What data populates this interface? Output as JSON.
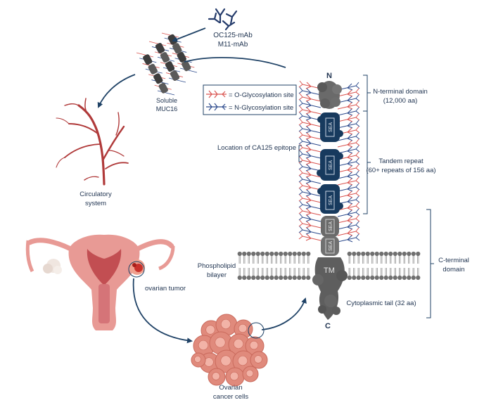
{
  "antibodies": {
    "line1": "OC125-mAb",
    "line2": "M11-mAb"
  },
  "soluble": {
    "line1": "Soluble",
    "line2": "MUC16"
  },
  "circulatory": {
    "line1": "Circulatory",
    "line2": "system"
  },
  "legend": {
    "o_glyco": "= O-Glycosylation site",
    "n_glyco": "= N-Glycosylation site"
  },
  "protein": {
    "n_terminus": "N",
    "c_terminus": "C",
    "sea": "SEA",
    "tm": "TM"
  },
  "annotations": {
    "n_terminal_domain": "N-terminal domain",
    "n_terminal_size": "(12,000 aa)",
    "ca125_epitope": "Location of CA125 epitope",
    "tandem_repeat": "Tandem repeat",
    "tandem_size": "(60+ repeats of 156 aa)",
    "c_terminal_line1": "C-terminal",
    "c_terminal_line2": "domain",
    "phospholipid_line1": "Phospholipid",
    "phospholipid_line2": "bilayer",
    "cytoplasmic_tail": "Cytoplasmic tail (32 aa)",
    "ovarian_tumor": "ovarian tumor",
    "cancer_cells_line1": "Ovarian",
    "cancer_cells_line2": "cancer cells"
  },
  "colors": {
    "text": "#1f3350",
    "navy_domain": "#173a5e",
    "gray_domain": "#6a6a6a",
    "o_glycan": "#d9534f",
    "n_glycan": "#2c4a8c",
    "arrow": "#1f4266",
    "vessel": "#b03a3a",
    "uterus": "#e89a95",
    "cancer": "#e08a7c"
  }
}
